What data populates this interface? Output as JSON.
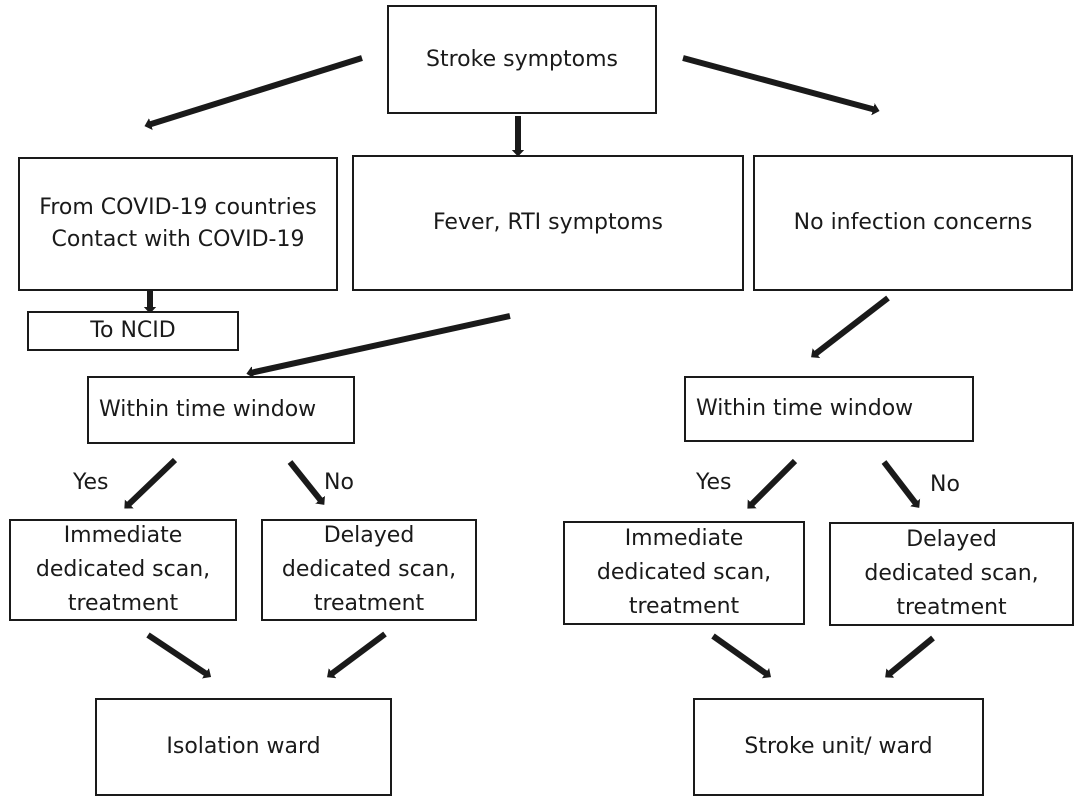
{
  "nodes": {
    "stroke_symptoms": "Stroke symptoms",
    "covid_contact": [
      "From COVID-19 countries",
      "Contact with COVID-19"
    ],
    "to_ncid": "To NCID",
    "fever_rti": "Fever, RTI symptoms",
    "no_infection": "No infection concerns",
    "time_window_left": "Within time window",
    "time_window_right": "Within time window",
    "immediate_left": [
      "Immediate",
      "dedicated scan,",
      "treatment"
    ],
    "delayed_left": [
      "Delayed",
      "dedicated scan,",
      "treatment"
    ],
    "immediate_right": [
      "Immediate",
      "dedicated scan,",
      "treatment"
    ],
    "delayed_right": [
      "Delayed",
      "dedicated scan,",
      "treatment"
    ],
    "isolation_ward": "Isolation ward",
    "stroke_unit": "Stroke unit/ ward"
  },
  "edge_labels": {
    "yes_left": "Yes",
    "no_left": "No",
    "yes_right": "Yes",
    "no_right": "No"
  },
  "colors": {
    "line": "#1a1a1a",
    "background": "#ffffff"
  }
}
